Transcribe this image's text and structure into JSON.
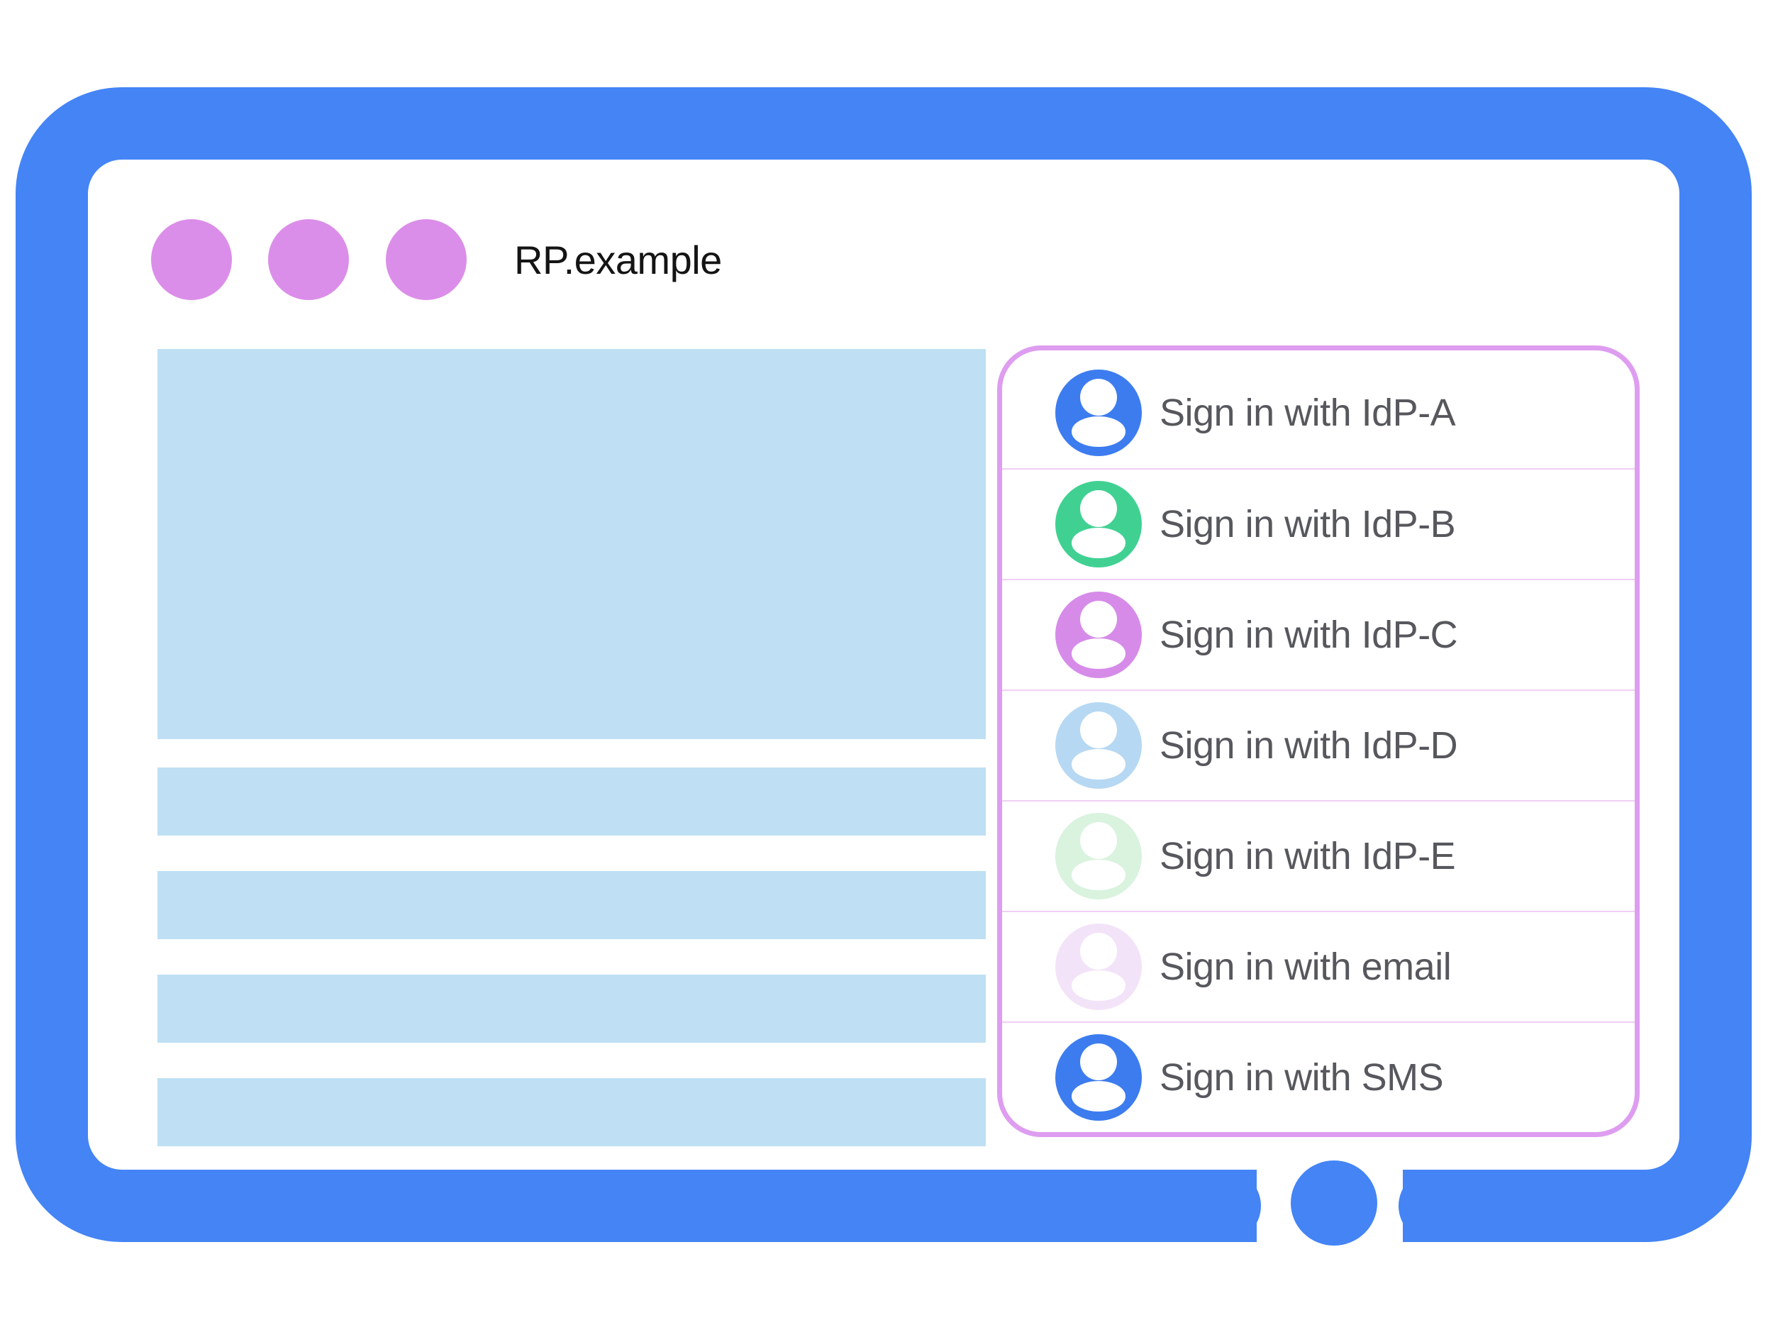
{
  "window": {
    "title": "RP.example",
    "dots_count": 3
  },
  "signin_panel": {
    "items": [
      {
        "label": "Sign in with IdP-A",
        "icon": "user-avatar-icon",
        "color": "#3C7CEF"
      },
      {
        "label": "Sign in with IdP-B",
        "icon": "user-avatar-icon",
        "color": "#40D192"
      },
      {
        "label": "Sign in with IdP-C",
        "icon": "user-avatar-icon",
        "color": "#D68BE9"
      },
      {
        "label": "Sign in with IdP-D",
        "icon": "user-avatar-icon",
        "color": "#B6D8F3"
      },
      {
        "label": "Sign in with IdP-E",
        "icon": "user-avatar-icon",
        "color": "#D9F3DE"
      },
      {
        "label": "Sign in with email",
        "icon": "user-avatar-icon",
        "color": "#F3E3F8"
      },
      {
        "label": "Sign in with SMS",
        "icon": "user-avatar-icon",
        "color": "#3C7CEF"
      }
    ]
  },
  "placeholders": {
    "hero_blocks": 1,
    "text_bars": 4
  },
  "colors": {
    "frame_blue": "#4484F5",
    "window_dot": "#DB8EE9",
    "placeholder_blue": "#BFE0F4",
    "panel_border": "#DE9DF0",
    "divider_pink": "#F0CFF4",
    "label_text": "#56585D",
    "title_text": "#141414"
  }
}
